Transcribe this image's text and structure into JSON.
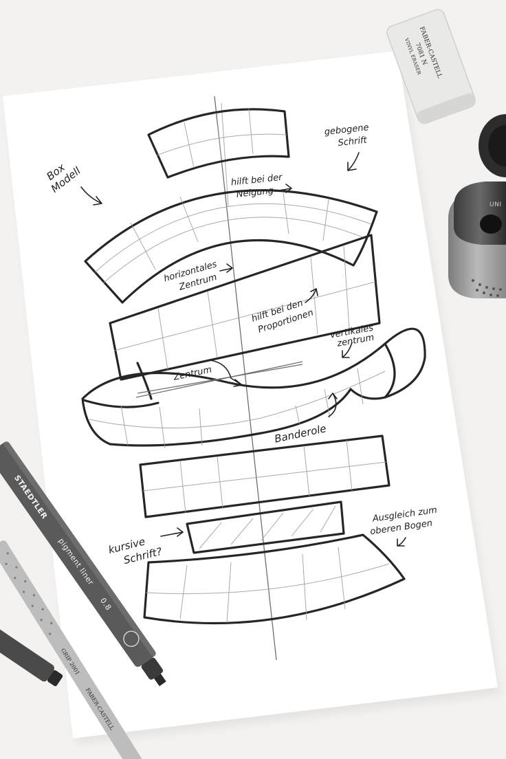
{
  "sketch_labels": {
    "box_model": [
      "Box",
      "Modell"
    ],
    "curved_text": [
      "gebogene",
      "Schrift"
    ],
    "tilt_help": [
      "hilft bei der",
      "Neigung"
    ],
    "horizontal_center": [
      "horizontales",
      "Zentrum"
    ],
    "proportion_help": [
      "hilft bei den",
      "Proportionen"
    ],
    "vertical_center": [
      "vertikales",
      "zentrum"
    ],
    "center": "Zentrum",
    "banner": "Banderole",
    "balance": [
      "Ausgleich zum",
      "oberen Bogen"
    ],
    "italic_text": [
      "kursive",
      "Schrift?"
    ]
  },
  "eraser": {
    "brand": "FABER-CASTELL",
    "model": "7081 N",
    "type": "VINYL ERASER"
  },
  "sharpener": {
    "brand": "UNI"
  },
  "pens": {
    "pen1_brand": "STAEDTLER",
    "pen1_model": "pigment liner",
    "pen1_size": "0.8",
    "pen2_model": "GRIP 2001",
    "pen2_brand": "FABER-CASTELL"
  },
  "colors": {
    "background": "#f4f3f1",
    "paper": "#ffffff",
    "ink": "#262626",
    "pen_body": "#5a5a5a"
  }
}
